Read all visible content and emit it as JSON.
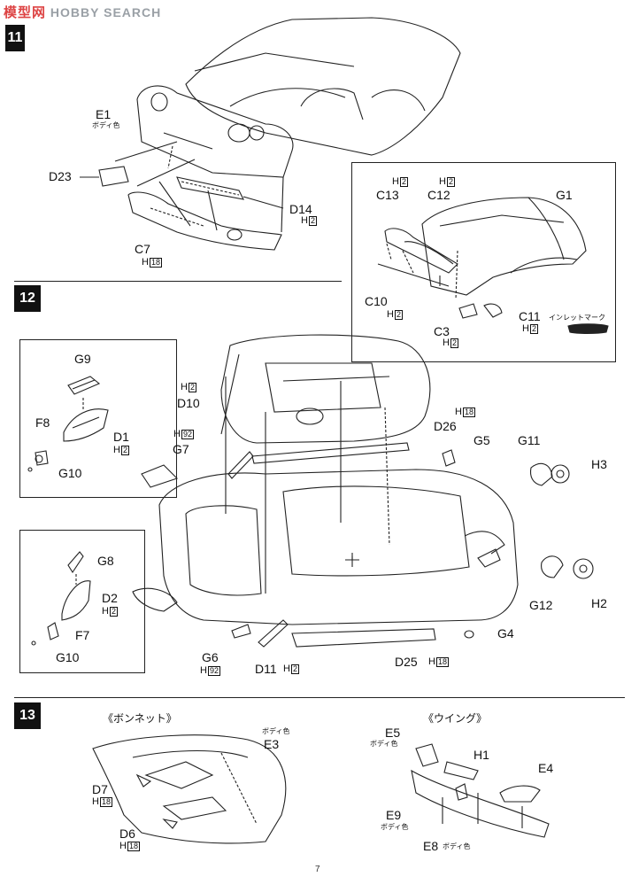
{
  "watermark": {
    "cn": "模型网",
    "en": "HOBBY SEARCH"
  },
  "steps": {
    "s11": "11",
    "s12": "12",
    "s13": "13"
  },
  "section_titles": {
    "bonnet": "《ボンネット》",
    "wing": "《ウイング》"
  },
  "page_number": "7",
  "inlet_mark_label": "インレットマーク",
  "parts": [
    {
      "id": "E1",
      "code": "E1",
      "note": "ボディ色",
      "sub": ""
    },
    {
      "id": "D23",
      "code": "D23",
      "note": "",
      "sub": ""
    },
    {
      "id": "D14",
      "code": "D14",
      "note": "",
      "sub": "H",
      "num": "2"
    },
    {
      "id": "C7",
      "code": "C7",
      "note": "",
      "sub": "H",
      "num": "18"
    },
    {
      "id": "C13",
      "code": "C13",
      "note": "",
      "sub": "H",
      "num": "2"
    },
    {
      "id": "C12",
      "code": "C12",
      "note": "",
      "sub": "H",
      "num": "2"
    },
    {
      "id": "G1",
      "code": "G1",
      "note": "",
      "sub": ""
    },
    {
      "id": "C10",
      "code": "C10",
      "note": "",
      "sub": "H",
      "num": "2"
    },
    {
      "id": "C3",
      "code": "C3",
      "note": "",
      "sub": "H",
      "num": "2"
    },
    {
      "id": "C11",
      "code": "C11",
      "note": "",
      "sub": "H",
      "num": "2"
    },
    {
      "id": "G9",
      "code": "G9"
    },
    {
      "id": "F8",
      "code": "F8"
    },
    {
      "id": "D1",
      "code": "D1",
      "sub": "H",
      "num": "2"
    },
    {
      "id": "G10a",
      "code": "G10"
    },
    {
      "id": "D10",
      "code": "D10",
      "sub": "H",
      "num": "2"
    },
    {
      "id": "G7",
      "code": "G7",
      "sub": "H",
      "num": "92"
    },
    {
      "id": "D26",
      "code": "D26",
      "sub": "H",
      "num": "18"
    },
    {
      "id": "G5",
      "code": "G5"
    },
    {
      "id": "G11",
      "code": "G11"
    },
    {
      "id": "H3",
      "code": "H3"
    },
    {
      "id": "G8",
      "code": "G8"
    },
    {
      "id": "D2",
      "code": "D2",
      "sub": "H",
      "num": "2"
    },
    {
      "id": "F7",
      "code": "F7"
    },
    {
      "id": "G10b",
      "code": "G10"
    },
    {
      "id": "G6",
      "code": "G6",
      "sub": "H",
      "num": "92"
    },
    {
      "id": "D11",
      "code": "D11",
      "sub": "H",
      "num": "2"
    },
    {
      "id": "D25",
      "code": "D25",
      "sub": "H",
      "num": "18"
    },
    {
      "id": "G12",
      "code": "G12"
    },
    {
      "id": "H2",
      "code": "H2"
    },
    {
      "id": "G4",
      "code": "G4"
    },
    {
      "id": "E3",
      "code": "E3",
      "note": "ボディ色"
    },
    {
      "id": "D7",
      "code": "D7",
      "sub": "H",
      "num": "18"
    },
    {
      "id": "D6",
      "code": "D6",
      "sub": "H",
      "num": "18"
    },
    {
      "id": "E5",
      "code": "E5",
      "note": "ボディ色"
    },
    {
      "id": "H1",
      "code": "H1"
    },
    {
      "id": "E4",
      "code": "E4"
    },
    {
      "id": "E9",
      "code": "E9",
      "note": "ボディ色"
    },
    {
      "id": "E8",
      "code": "E8",
      "note": "ボディ色"
    }
  ]
}
